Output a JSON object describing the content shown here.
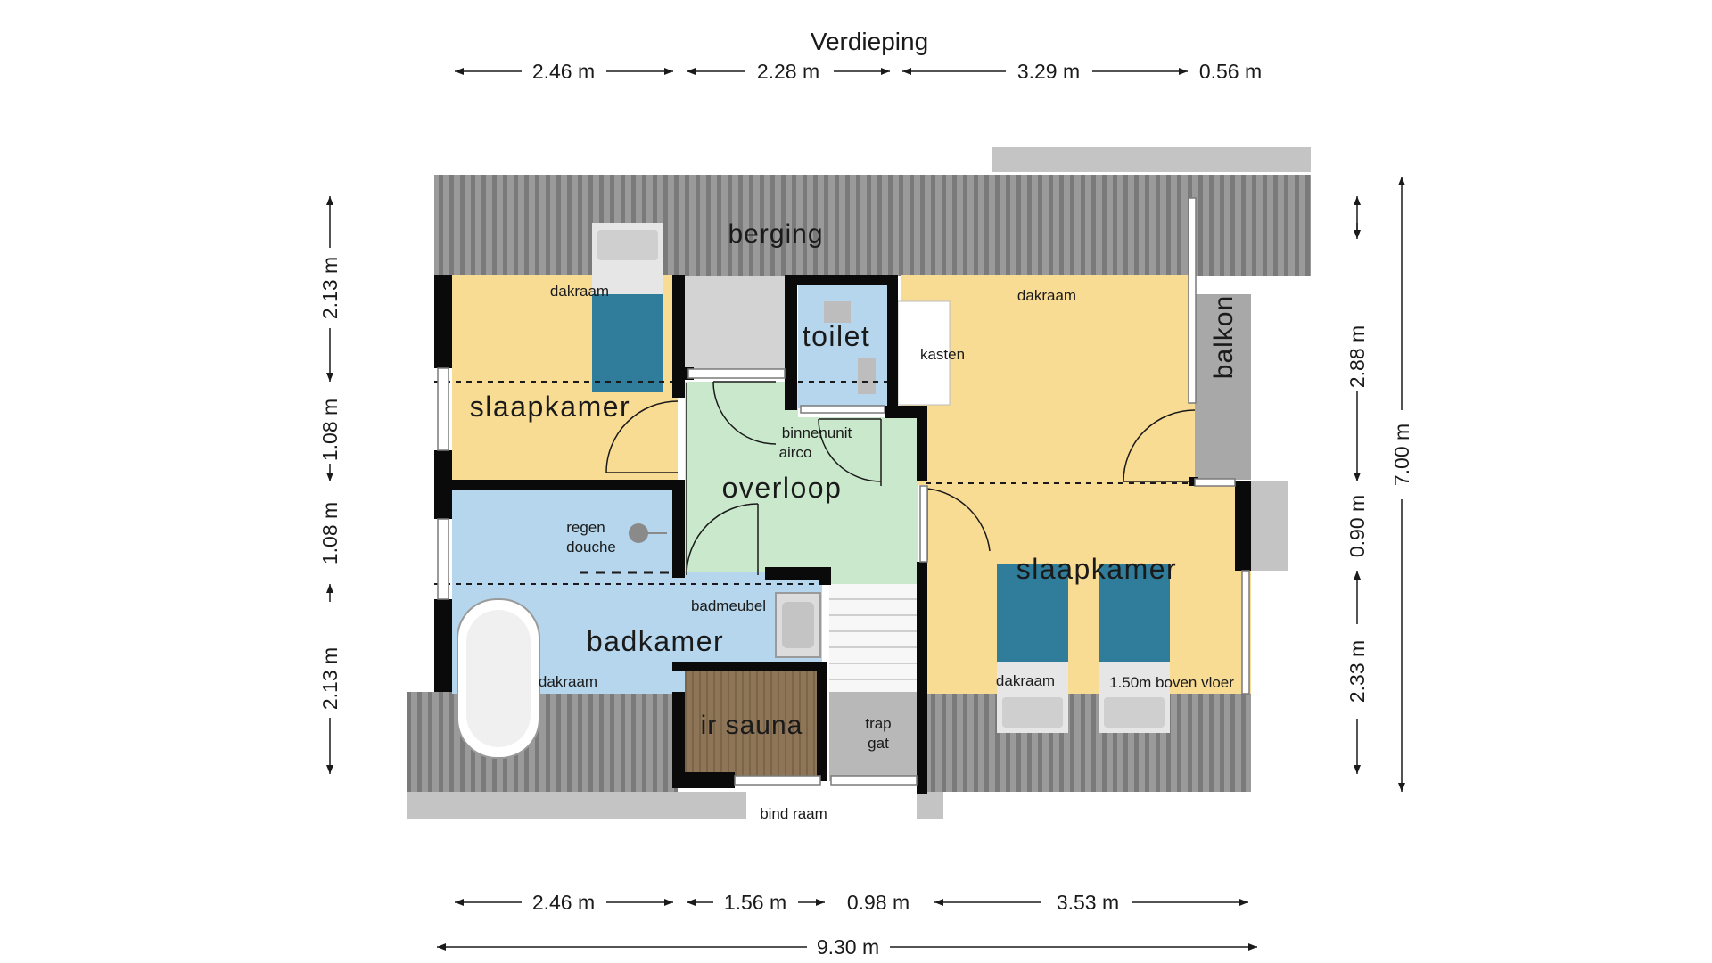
{
  "title": "Verdieping",
  "colors": {
    "roof": "#8e8e8e",
    "wall": "#0a0a0a",
    "bedroom": "#f9dc94",
    "bathroom": "#b5d6ec",
    "landing": "#c9e8cc",
    "storage": "#d3d3d3",
    "sauna": "#8a7155",
    "bed_cover": "#2f7d9a"
  },
  "rooms": {
    "berging": "berging",
    "slaapkamer_left": "slaapkamer",
    "toilet": "toilet",
    "kasten": "kasten",
    "slaapkamer_right": "slaapkamer",
    "balkon": "balkon",
    "overloop": "overloop",
    "badkamer": "badkamer",
    "ir_sauna": "ir sauna",
    "trap": "trap",
    "gat": "gat"
  },
  "labels": {
    "dakraam_1": "dakraam",
    "dakraam_2": "dakraam",
    "dakraam_3": "dakraam",
    "dakraam_4": "dakraam",
    "binnenunit": "binnenunit",
    "airco": "airco",
    "regen": "regen",
    "douche": "douche",
    "badmeubel": "badmeubel",
    "boven_vloer": "1.50m boven vloer",
    "bind_raam": "bind raam"
  },
  "dimensions": {
    "top": [
      "2.46 m",
      "2.28 m",
      "3.29 m",
      "0.56 m"
    ],
    "bottom": [
      "2.46 m",
      "1.56 m",
      "0.98 m",
      "3.53 m"
    ],
    "total_width": "9.30 m",
    "left": [
      "2.13 m",
      "1.08 m",
      "1.08 m",
      "2.13 m"
    ],
    "right": [
      "2.88 m",
      "0.90 m",
      "2.33 m"
    ],
    "total_height": "7.00 m"
  }
}
